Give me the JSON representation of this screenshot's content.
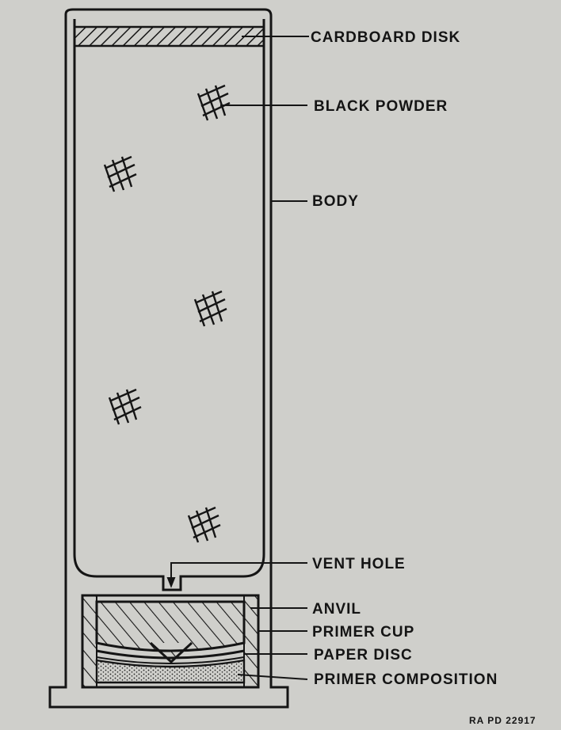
{
  "labels": {
    "cardboard_disk": "CARDBOARD DISK",
    "black_powder": "BLACK POWDER",
    "body": "BODY",
    "vent_hole": "VENT HOLE",
    "anvil": "ANVIL",
    "primer_cup": "PRIMER CUP",
    "paper_disc": "PAPER DISC",
    "primer_composition": "PRIMER COMPOSITION"
  },
  "figure_ref": "RA PD 22917",
  "colors": {
    "paper": "#cfcfcb",
    "ink": "#151515"
  }
}
